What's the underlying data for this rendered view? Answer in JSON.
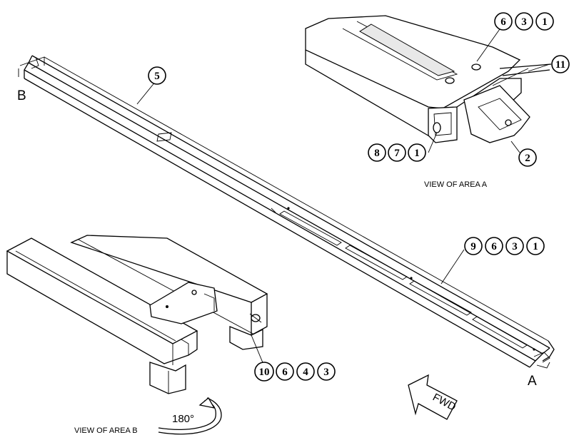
{
  "views": {
    "area_a_caption": "VIEW OF AREA A",
    "area_b_caption": "VIEW OF AREA B",
    "label_a": "A",
    "label_b": "B",
    "rotation": "180°"
  },
  "fwd_arrow": "FWD",
  "callouts": {
    "top_right": [
      "6",
      "3",
      "1"
    ],
    "right_11": [
      "11"
    ],
    "left_871": [
      "8",
      "7",
      "1"
    ],
    "part_2": [
      "2"
    ],
    "part_5": [
      "5"
    ],
    "rail_9631": [
      "9",
      "6",
      "3",
      "1"
    ],
    "bottom_10643": [
      "10",
      "6",
      "4",
      "3"
    ]
  }
}
